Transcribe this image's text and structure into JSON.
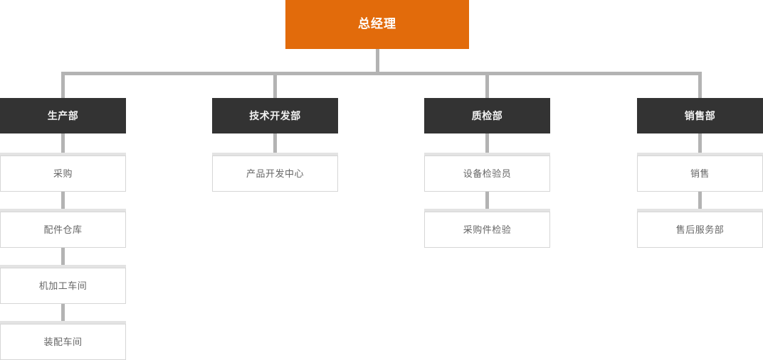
{
  "diagram": {
    "type": "organization-chart",
    "title_text": "总经理",
    "colors": {
      "root_fill": "#e26b0b",
      "root_text": "#ffffff",
      "dept_fill": "#333333",
      "dept_text": "#f2f2f2",
      "leaf_fill": "#ffffff",
      "leaf_border": "#d6d6d6",
      "leaf_text": "#666666",
      "connector": "#b3b3b3",
      "background": "#ffffff"
    },
    "root": {
      "label": "总经理"
    },
    "branches": [
      {
        "label": "生产部",
        "children": [
          {
            "label": "采购"
          },
          {
            "label": "配件仓库"
          },
          {
            "label": "机加工车间"
          },
          {
            "label": "装配车间"
          }
        ]
      },
      {
        "label": "技术开发部",
        "children": [
          {
            "label": "产品开发中心"
          }
        ]
      },
      {
        "label": "质检部",
        "children": [
          {
            "label": "设备检验员"
          },
          {
            "label": "采购件检验"
          }
        ]
      },
      {
        "label": "销售部",
        "children": [
          {
            "label": "销售"
          },
          {
            "label": "售后服务部"
          }
        ]
      }
    ]
  }
}
